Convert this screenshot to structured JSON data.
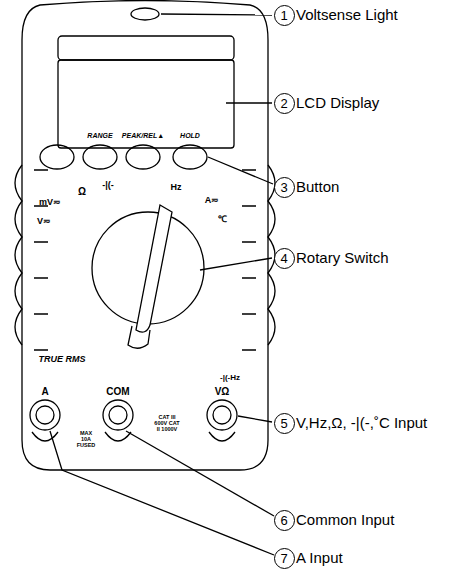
{
  "diagram": {
    "nodes": [
      {
        "text": [
          "1"
        ]
      },
      {
        "text": [
          "2"
        ]
      },
      {
        "text": [
          "3"
        ]
      },
      {
        "text": [
          "4"
        ]
      },
      {
        "text": [
          "5"
        ]
      },
      {
        "text": [
          "6"
        ]
      },
      {
        "text": [
          "7"
        ]
      }
    ],
    "labels": [
      "Voltsense Light",
      "LCD Display",
      "Button",
      "Rotary Switch",
      "V,Hz,Ω, -|(-,˚C Input",
      "Common Input",
      "A Input",
      "RANGE",
      "PEAK/REL▲",
      "HOLD",
      "mV≂",
      "V≂",
      "Ω",
      "-|(-",
      "Hz",
      "A≂",
      "℃",
      "TRUE RMS",
      "A",
      "COM",
      "VΩ",
      "MAX 10A FUSED",
      "CAT III 600V CAT II 1000V",
      "-|(-Hz"
    ]
  }
}
